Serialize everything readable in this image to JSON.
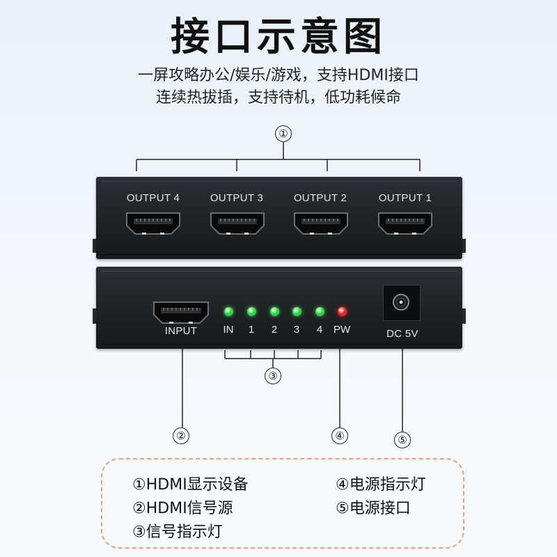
{
  "header": {
    "title": "接口示意图",
    "subtitle_line1": "一屏攻略办公/娱乐/游戏，支持HDMI接口",
    "subtitle_line2": "连续热拔插，支持待机，低功耗候命"
  },
  "callouts": {
    "c1": "①",
    "c2": "②",
    "c3": "③",
    "c4": "④",
    "c5": "⑤"
  },
  "top_panel": {
    "ports": [
      "OUTPUT 4",
      "OUTPUT 3",
      "OUTPUT 2",
      "OUTPUT 1"
    ]
  },
  "bottom_panel": {
    "input_label": "INPUT",
    "leds": [
      {
        "label": "IN",
        "color": "#35d14a"
      },
      {
        "label": "1",
        "color": "#35d14a"
      },
      {
        "label": "2",
        "color": "#35d14a"
      },
      {
        "label": "3",
        "color": "#35d14a"
      },
      {
        "label": "4",
        "color": "#35d14a"
      },
      {
        "label": "PW",
        "color": "#e8262a"
      }
    ],
    "dc_label": "DC 5V"
  },
  "legend": {
    "item1": "①HDMI显示设备",
    "item2": "②HDMI信号源",
    "item3": "③信号指示灯",
    "item4": "④电源指示灯",
    "item5": "⑤电源接口"
  },
  "colors": {
    "panel": "#1f2125",
    "led_green": "#35d14a",
    "led_red": "#e8262a",
    "legend_border": "#e8a07a"
  }
}
